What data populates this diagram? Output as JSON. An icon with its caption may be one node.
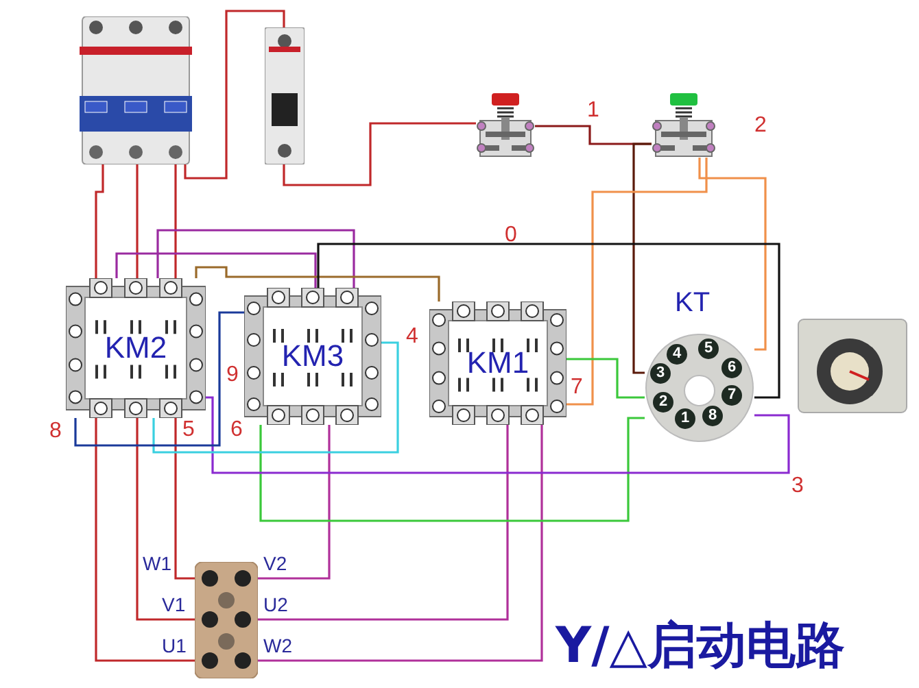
{
  "diagram": {
    "title": "Y/△启动电路",
    "nodes": [
      {
        "text": [],
        "shape": "picture"
      },
      {
        "text": [],
        "shape": "picture"
      },
      {
        "text": [],
        "shape": "picture"
      },
      {
        "text": [],
        "shape": "picture"
      },
      {
        "text": [
          "KM2"
        ]
      },
      {
        "text": [
          "KM3"
        ]
      },
      {
        "text": [
          "KM1"
        ]
      },
      {
        "text": [
          "KT"
        ]
      },
      {
        "text": [],
        "shape": "picture"
      },
      {
        "text": [],
        "shape": "picture",
        "beside": [
          "W1",
          "V2",
          "V1",
          "U2",
          "U1",
          "W2"
        ]
      }
    ],
    "edges": [
      {
        "from": 0,
        "to": 4,
        "arrow": "none",
        "color": "#c0282a"
      },
      {
        "from": 0,
        "to": 4,
        "arrow": "none",
        "color": "#c0282a"
      },
      {
        "from": 0,
        "to": 4,
        "arrow": "none",
        "color": "#c0282a"
      },
      {
        "from": 0,
        "to": 1,
        "arrow": "none",
        "color": "#c0282a"
      },
      {
        "from": 1,
        "to": 2,
        "arrow": "none",
        "color": "#c0282a"
      },
      {
        "from": 2,
        "to": 3,
        "arrow": "none",
        "color": "#8b1a1a"
      },
      {
        "from": 3,
        "to": 7,
        "arrow": "none",
        "color": "#5a1a0a"
      },
      {
        "from": 3,
        "to": 7,
        "arrow": "none",
        "color": "#f0904a"
      },
      {
        "from": 3,
        "to": 6,
        "arrow": "none",
        "color": "#f0904a"
      },
      {
        "from": 4,
        "to": 5,
        "arrow": "none",
        "color": "#9a2aa0"
      },
      {
        "from": 4,
        "to": 5,
        "arrow": "none",
        "color": "#9a2aa0"
      },
      {
        "from": 4,
        "to": 6,
        "arrow": "none",
        "color": "#9a6a2a"
      },
      {
        "from": 5,
        "to": 7,
        "arrow": "none",
        "color": "#111111"
      },
      {
        "from": 4,
        "to": 9,
        "arrow": "none",
        "color": "#c0282a"
      },
      {
        "from": 4,
        "to": 9,
        "arrow": "none",
        "color": "#c0282a"
      },
      {
        "from": 4,
        "to": 9,
        "arrow": "none",
        "color": "#c0282a"
      },
      {
        "from": 5,
        "to": 9,
        "arrow": "none",
        "color": "#b0309a"
      },
      {
        "from": 6,
        "to": 9,
        "arrow": "none",
        "color": "#b0309a"
      },
      {
        "from": 6,
        "to": 9,
        "arrow": "none",
        "color": "#b0309a"
      },
      {
        "from": 7,
        "to": 6,
        "arrow": "none",
        "color": "#3ac83a"
      },
      {
        "from": 7,
        "to": 5,
        "arrow": "none",
        "color": "#3ac83a"
      },
      {
        "from": 7,
        "to": 4,
        "arrow": "none",
        "color": "#8a2ad0"
      },
      {
        "from": 5,
        "to": 4,
        "arrow": "none",
        "color": "#3ad0e0"
      },
      {
        "from": 4,
        "to": 5,
        "arrow": "none",
        "color": "#1a3a9a"
      }
    ],
    "labels": [
      "1",
      "2",
      "0",
      "4",
      "4",
      "5",
      "9",
      "3",
      "6",
      "7",
      "2",
      "7",
      "8",
      "5",
      "6",
      "1",
      "8",
      "3"
    ]
  }
}
